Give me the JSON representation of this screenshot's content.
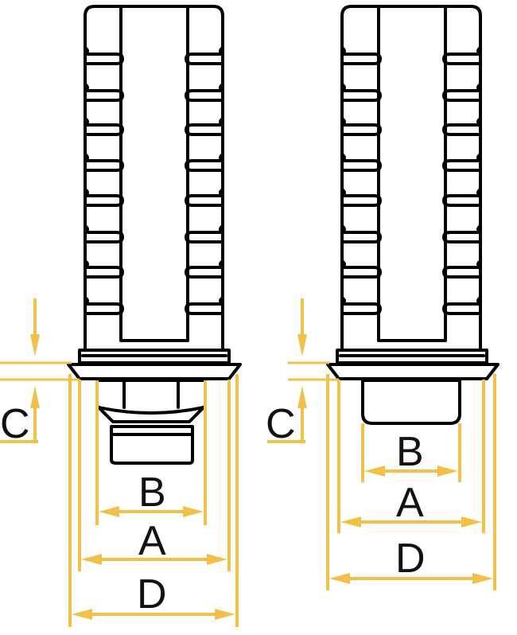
{
  "colors": {
    "outline": "#000000",
    "dimension": "#f0c048",
    "background": "#ffffff",
    "label": "#111111"
  },
  "left_diagram": {
    "labels": {
      "b": "B",
      "a": "A",
      "d": "D",
      "c": "C"
    }
  },
  "right_diagram": {
    "labels": {
      "b": "B",
      "a": "A",
      "d": "D",
      "c": "C"
    }
  }
}
